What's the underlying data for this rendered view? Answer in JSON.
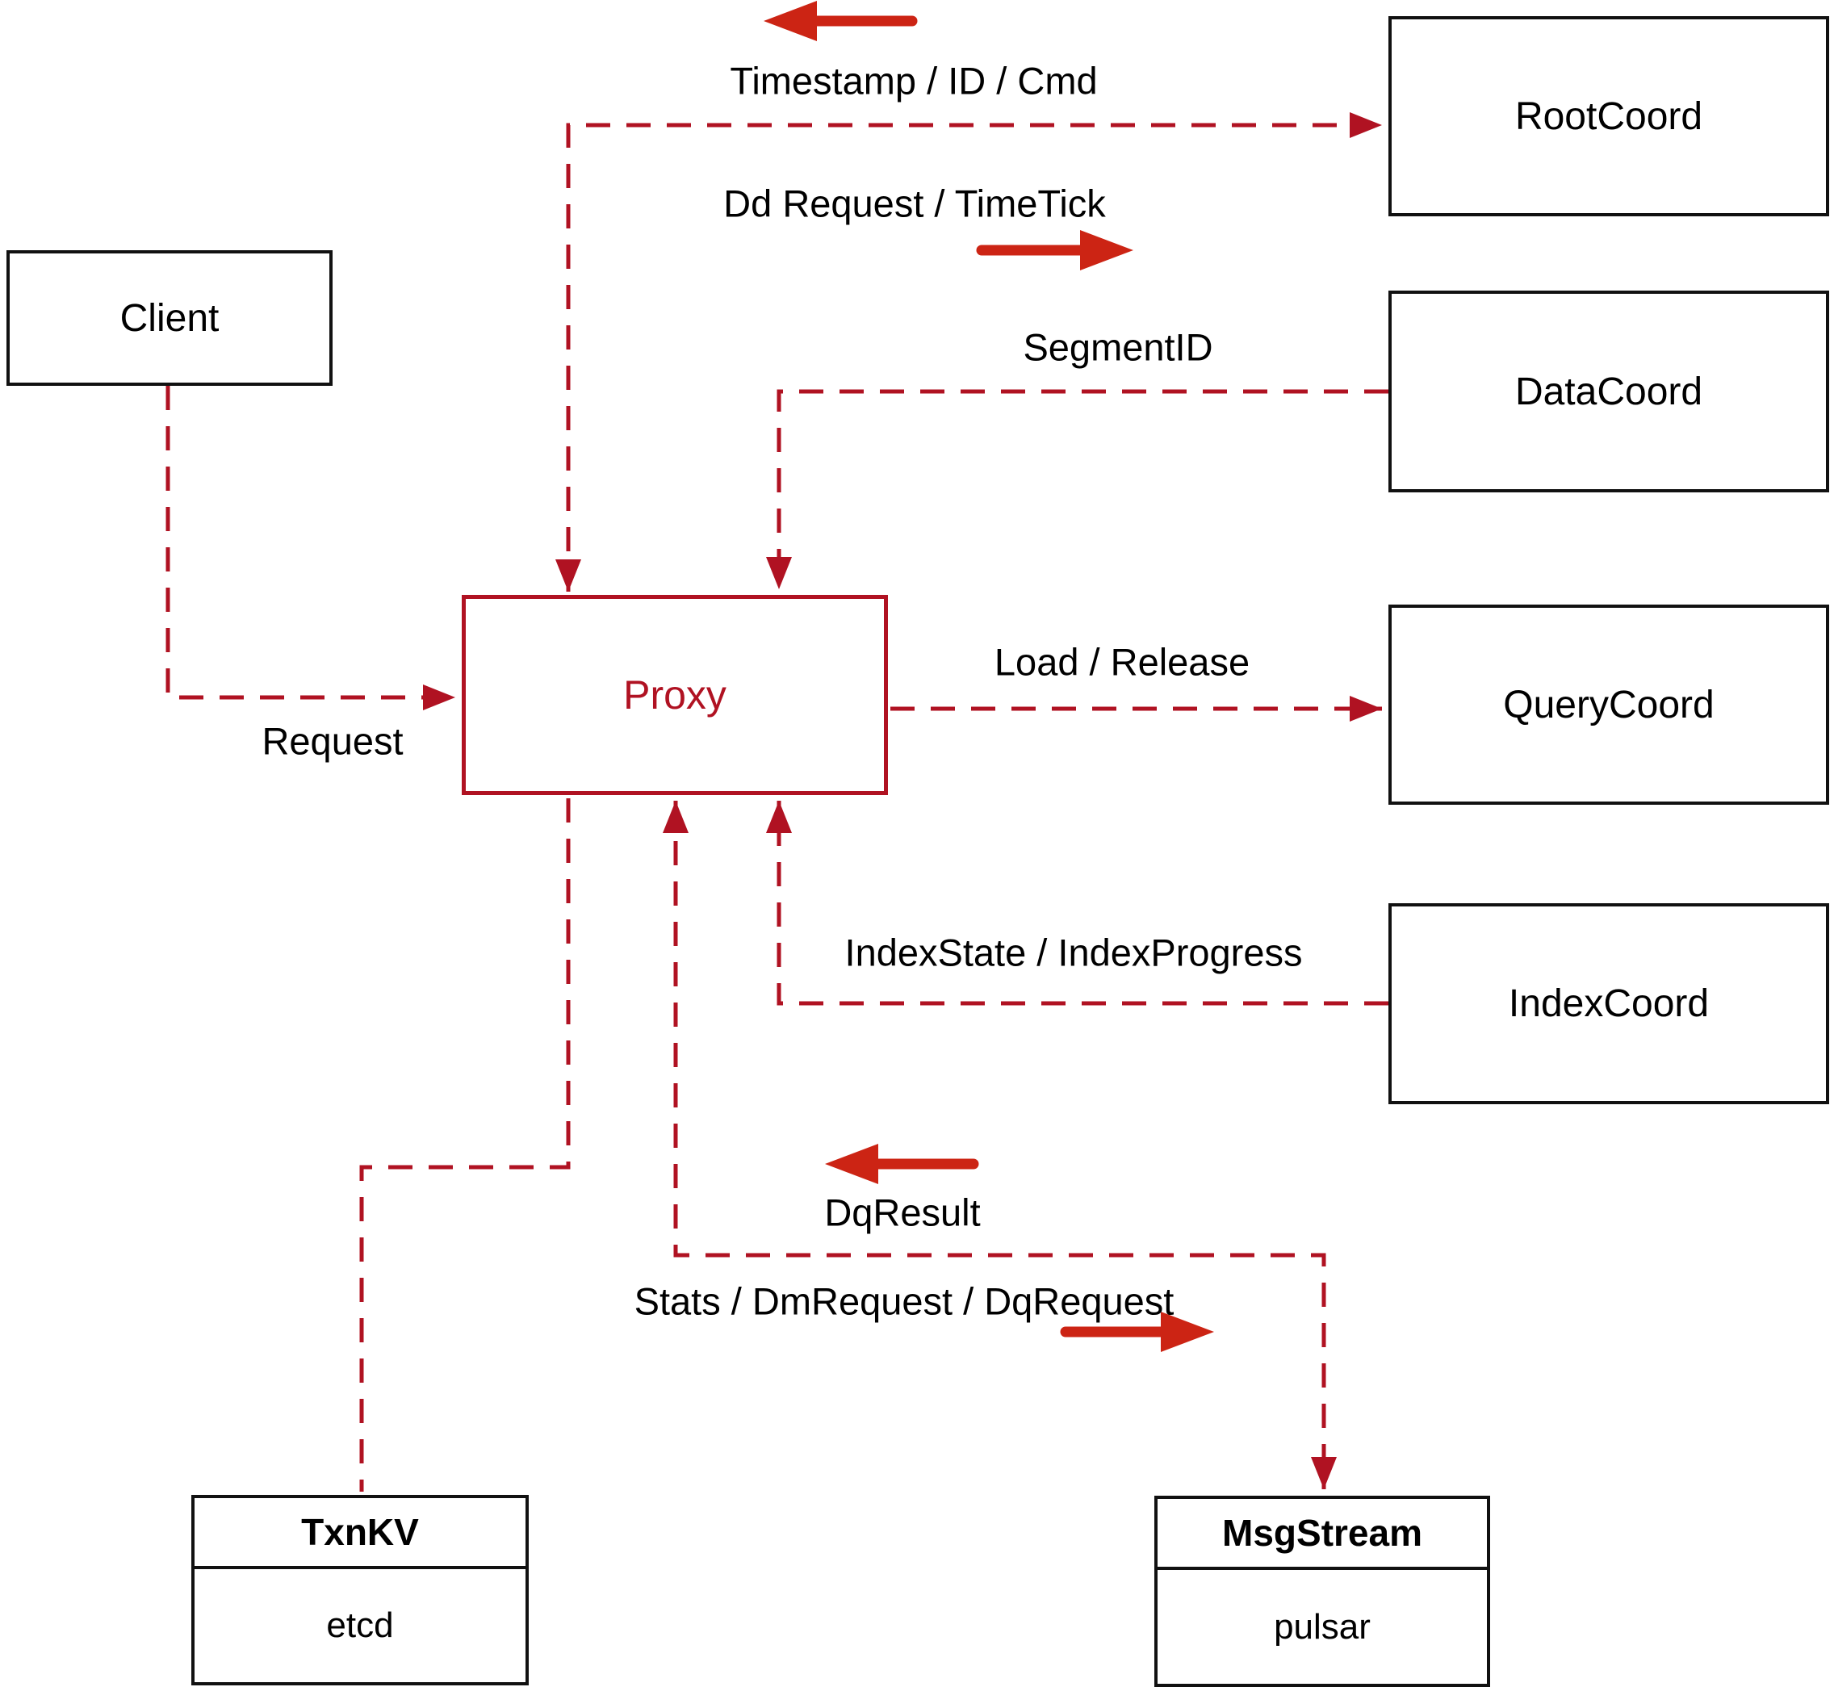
{
  "colors": {
    "line": "#b01222",
    "arrow": "#cc2414",
    "box_border": "#111111",
    "text": "#000000",
    "background": "#ffffff"
  },
  "nodes": {
    "client": {
      "label": "Client"
    },
    "rootcoord": {
      "label": "RootCoord"
    },
    "datacoord": {
      "label": "DataCoord"
    },
    "querycoord": {
      "label": "QueryCoord"
    },
    "indexcoord": {
      "label": "IndexCoord"
    },
    "proxy": {
      "label": "Proxy"
    },
    "txnkv": {
      "title": "TxnKV",
      "impl": "etcd"
    },
    "msgstream": {
      "title": "MsgStream",
      "impl": "pulsar"
    }
  },
  "edges": {
    "proxy_rootcoord": {
      "from": "Proxy",
      "to": "RootCoord",
      "style": "dashed",
      "bidirectional": true,
      "label_return": "Timestamp / ID / Cmd",
      "label_send": "Dd Request / TimeTick"
    },
    "datacoord_proxy": {
      "from": "DataCoord",
      "to": "Proxy",
      "style": "dashed",
      "label": "SegmentID"
    },
    "proxy_querycoord": {
      "from": "Proxy",
      "to": "QueryCoord",
      "style": "dashed",
      "label": "Load / Release"
    },
    "indexcoord_proxy": {
      "from": "IndexCoord",
      "to": "Proxy",
      "style": "dashed",
      "label": "IndexState / IndexProgress"
    },
    "client_proxy": {
      "from": "Client",
      "to": "Proxy",
      "style": "dashed",
      "label": "Request"
    },
    "proxy_txnkv": {
      "from": "Proxy",
      "to": "TxnKV",
      "style": "dashed"
    },
    "proxy_msgstream": {
      "from": "Proxy",
      "to": "MsgStream",
      "style": "dashed",
      "bidirectional": true,
      "label_return": "DqResult",
      "label_send": "Stats / DmRequest / DqRequest"
    }
  }
}
